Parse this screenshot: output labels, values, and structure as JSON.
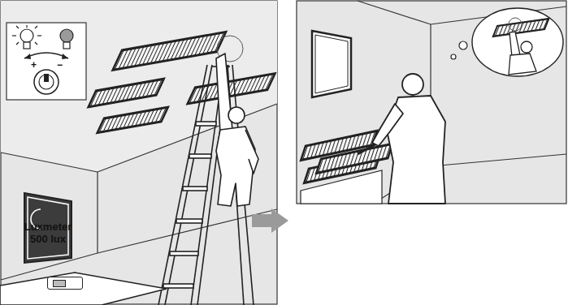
{
  "diagram": {
    "nodes": [
      {
        "text": [
          "Luxmeter 500 lux"
        ]
      }
    ],
    "labels": [
      "+",
      "−"
    ]
  }
}
